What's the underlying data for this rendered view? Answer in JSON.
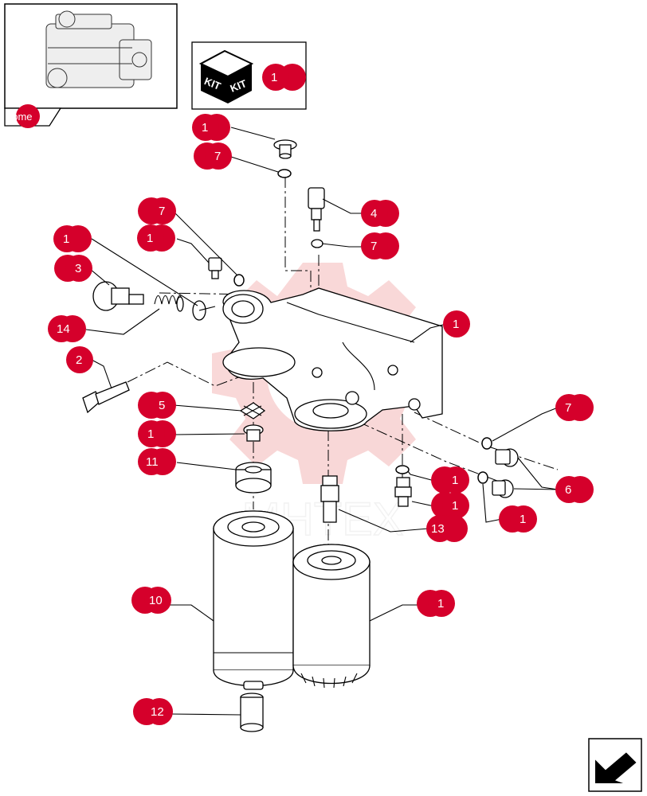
{
  "colors": {
    "callout": "#d5002b",
    "watermark": "#f4b8b8",
    "line": "#000000"
  },
  "nav": {
    "home_label": "home",
    "kit_label_left": "KIT",
    "kit_label_right": "KIT"
  },
  "watermark": {
    "text": "MHTEX"
  },
  "icons": {
    "thumbnail": "engine-thumbnail-icon",
    "kit": "kit-box-icon",
    "back": "back-arrow-icon"
  },
  "callouts": {
    "kit": "1",
    "top_plug": "1",
    "top_washer": "7",
    "left_washer": "7",
    "left_plug": "1",
    "valve_disc": "1",
    "valve_cap": "3",
    "spring": "14",
    "housing": "1",
    "sensor": "4",
    "sensor_washer": "7",
    "bolt": "2",
    "gasket": "5",
    "small_plug": "1",
    "adapter": "11",
    "right_washer": "7",
    "plugs_pair": "6",
    "fitting_a": "1",
    "fitting_b": "1",
    "lower_washer": "1",
    "nipple": "13",
    "left_filter": "10",
    "right_filter": "1",
    "bottom_cap": "12"
  }
}
